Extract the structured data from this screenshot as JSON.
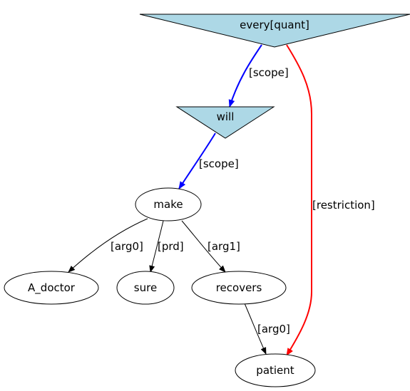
{
  "diagram": {
    "colors": {
      "quantifier_fill": "#add8e6",
      "scope_edge": "#0000ff",
      "restriction_edge": "#ff0000",
      "default_edge": "#000000"
    },
    "nodes": [
      {
        "id": "every",
        "label": "every[quant]",
        "shape": "inverted-triangle"
      },
      {
        "id": "will",
        "label": "will",
        "shape": "inverted-triangle"
      },
      {
        "id": "make",
        "label": "make",
        "shape": "ellipse"
      },
      {
        "id": "a_doctor",
        "label": "A_doctor",
        "shape": "ellipse"
      },
      {
        "id": "sure",
        "label": "sure",
        "shape": "ellipse"
      },
      {
        "id": "recovers",
        "label": "recovers",
        "shape": "ellipse"
      },
      {
        "id": "patient",
        "label": "patient",
        "shape": "ellipse"
      }
    ],
    "edges": [
      {
        "from": "every",
        "to": "will",
        "label": "[scope]",
        "kind": "scope"
      },
      {
        "from": "will",
        "to": "make",
        "label": "[scope]",
        "kind": "scope"
      },
      {
        "from": "every",
        "to": "patient",
        "label": "[restriction]",
        "kind": "restriction"
      },
      {
        "from": "make",
        "to": "a_doctor",
        "label": "[arg0]",
        "kind": "default"
      },
      {
        "from": "make",
        "to": "sure",
        "label": "[prd]",
        "kind": "default"
      },
      {
        "from": "make",
        "to": "recovers",
        "label": "[arg1]",
        "kind": "default"
      },
      {
        "from": "recovers",
        "to": "patient",
        "label": "[arg0]",
        "kind": "default"
      }
    ]
  }
}
